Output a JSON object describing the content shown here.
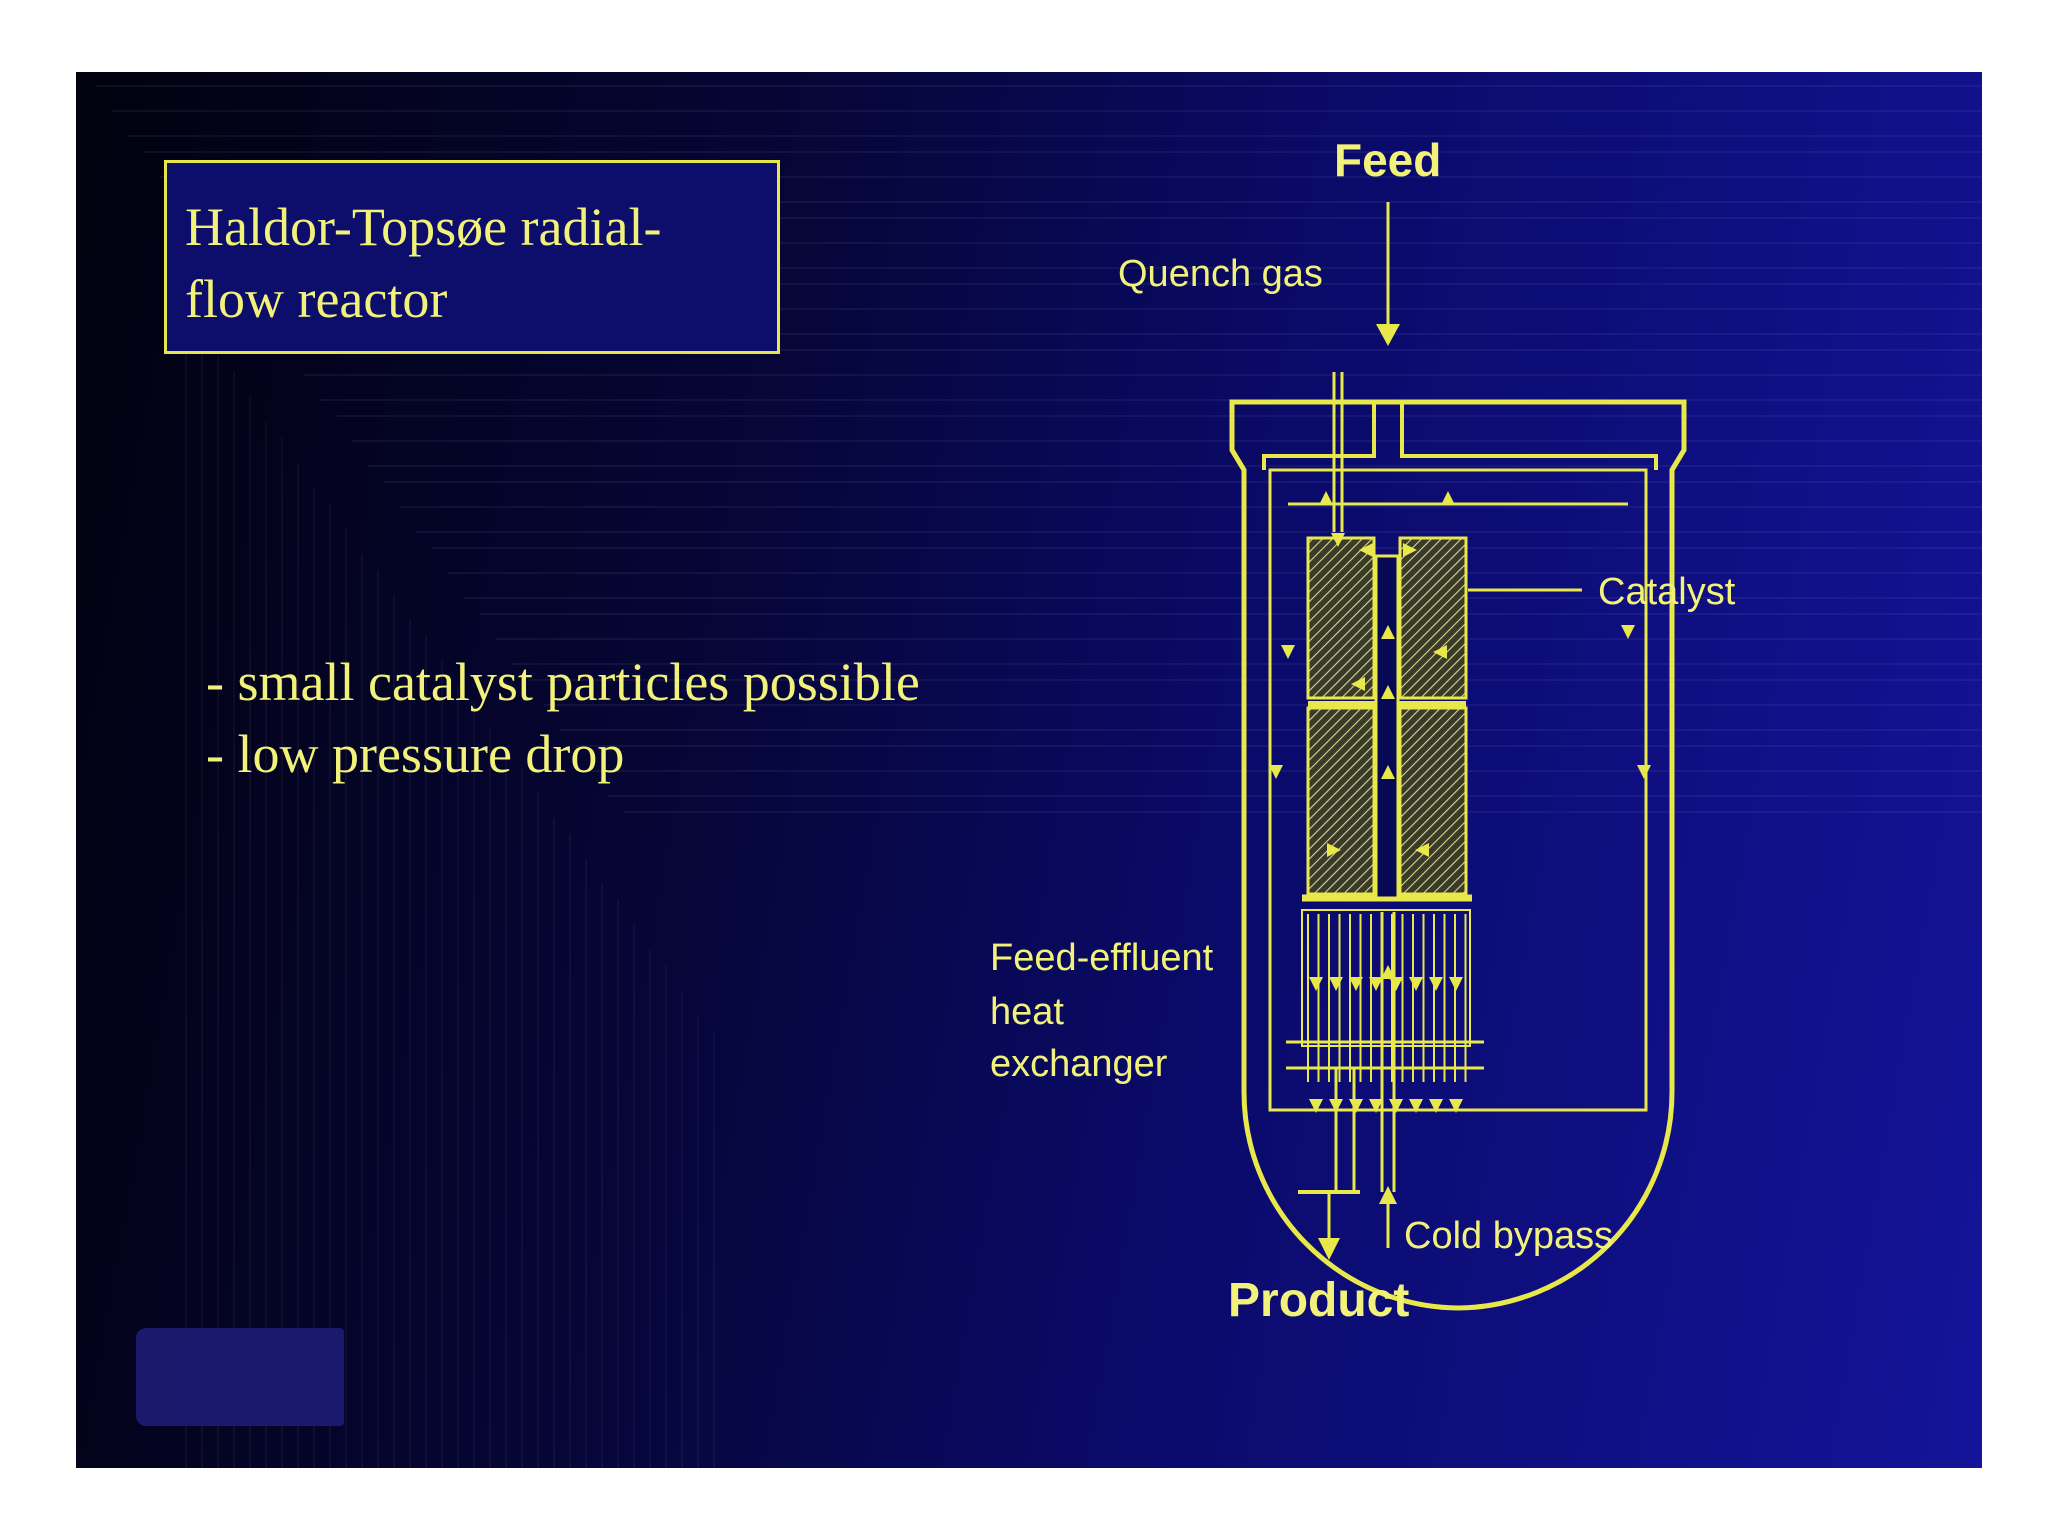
{
  "title": {
    "line1": "Haldor-Topsøe radial-",
    "line2": "flow reactor"
  },
  "bullets": [
    "- small catalyst particles possible",
    "- low pressure drop"
  ],
  "diagram": {
    "feed": "Feed",
    "quench": "Quench gas",
    "catalyst": "Catalyst",
    "exchanger": [
      "Feed-effluent",
      "heat",
      "exchanger"
    ],
    "cold_bypass": "Cold bypass",
    "product": "Product"
  },
  "colors": {
    "accent_yellow": "#f2f27a",
    "line_yellow": "#e8e84a",
    "title_box_bg": "#0d0d6b"
  }
}
